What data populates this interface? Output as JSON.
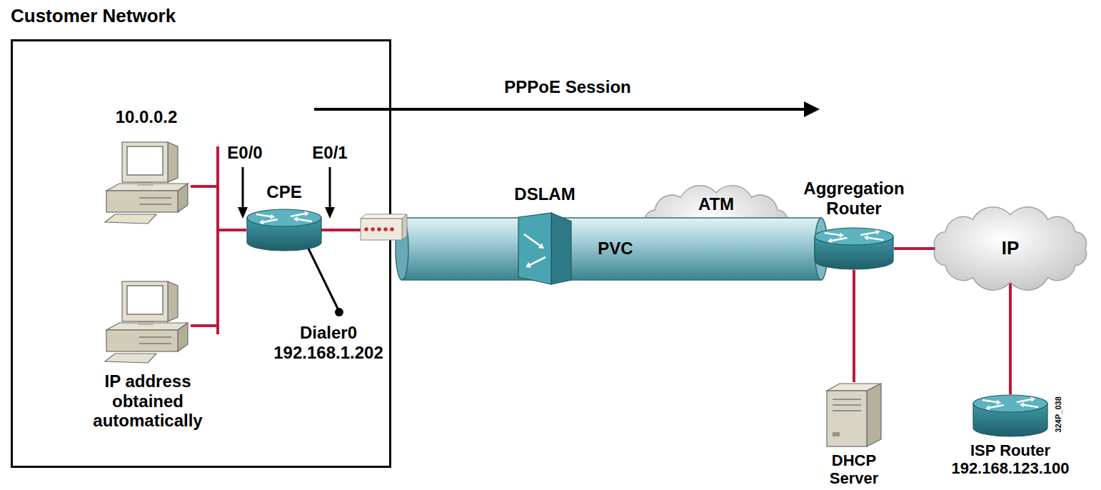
{
  "diagram": {
    "nodes": [
      {
        "text": [
          "Customer Network"
        ]
      },
      {
        "text": [
          "10.0.0.2"
        ],
        "in": 0
      },
      {
        "text": [
          "IP address obtained automatically"
        ],
        "in": 0
      },
      {
        "text": [
          "CPE"
        ],
        "in": 0
      },
      {
        "text": [
          "DSLAM"
        ]
      },
      {
        "text": [
          "ATM"
        ]
      },
      {
        "text": [
          "Aggregation Router"
        ]
      },
      {
        "text": [
          "IP"
        ]
      },
      {
        "text": [
          "DHCP Server"
        ]
      },
      {
        "text": [
          "ISP Router 192.168.123.100"
        ]
      }
    ],
    "edges": [
      {
        "from": 1,
        "to": 3,
        "arrow": "none"
      },
      {
        "from": 2,
        "to": 3,
        "arrow": "none"
      },
      {
        "from": 6,
        "to": 7,
        "arrow": "none"
      },
      {
        "from": 6,
        "to": 8,
        "arrow": "none"
      },
      {
        "from": 7,
        "to": 9,
        "arrow": "none"
      }
    ],
    "labels": [
      "PPPoE Session",
      "E0/0",
      "E0/1",
      "Dialer0 192.168.1.202",
      "PVC",
      "324P_038"
    ]
  }
}
